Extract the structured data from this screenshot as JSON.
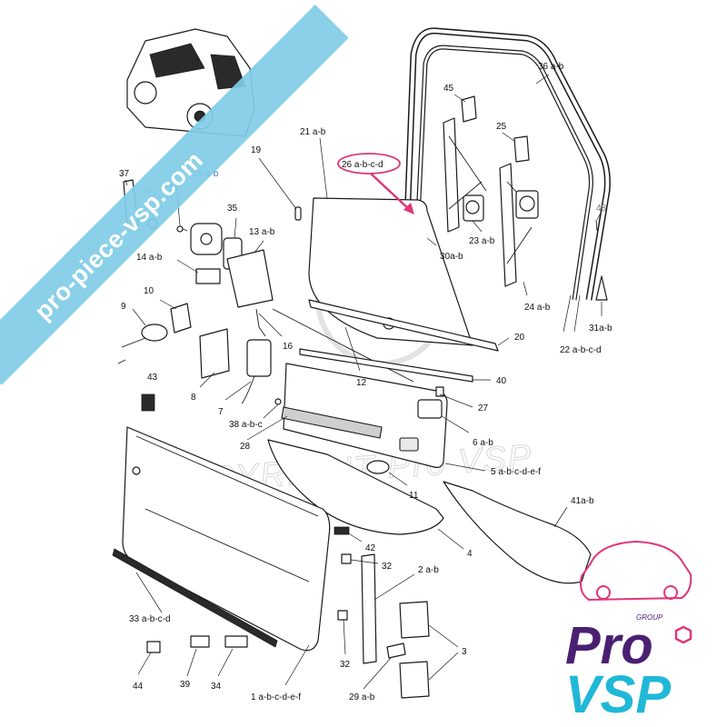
{
  "watermark": {
    "text": "pro-piece-vsp.com",
    "band_color": "#7fcce6"
  },
  "copyright": {
    "text": "COPYRIGHT Pro VSP"
  },
  "logo": {
    "group_text": "GROUP",
    "line1": "Pro",
    "line2": "VSP",
    "brand_purple": "#4a1f72",
    "brand_cyan": "#20b8d8",
    "accent_pink": "#e0357a"
  },
  "highlight": {
    "color": "#e0357a"
  },
  "labels": {
    "l36": "36 a-b",
    "l45": "45",
    "l25": "25",
    "l21": "21 a-b",
    "l26": "26 a-b-c-d",
    "l19": "19",
    "l37": "37",
    "l15": "15 a-b",
    "l18": "18",
    "l17": "17",
    "l35": "35",
    "l48": "48",
    "l23": "23 a-b",
    "l13": "13 a-b",
    "l30": "30a-b",
    "l14": "14 a-b",
    "l24": "24 a-b",
    "l10": "10",
    "l9": "9",
    "l31": "31a-b",
    "l16": "16",
    "l22": "22 a-b-c-d",
    "l20": "20",
    "l12": "12",
    "l40": "40",
    "l43": "43",
    "l8": "8",
    "l27": "27",
    "l7": "7",
    "l38": "38 a-b-c",
    "l6": "6 a-b",
    "l28": "28",
    "l5": "5 a-b-c-d-e-f",
    "l11": "11",
    "l41": "41a-b",
    "l42": "42",
    "l4": "4",
    "l32a": "32",
    "l2": "2 a-b",
    "l33": "33 a-b-c-d",
    "l3": "3",
    "l32b": "32",
    "l44": "44",
    "l39": "39",
    "l34": "34",
    "l1": "1 a-b-c-d-e-f",
    "l29": "29 a-b"
  }
}
